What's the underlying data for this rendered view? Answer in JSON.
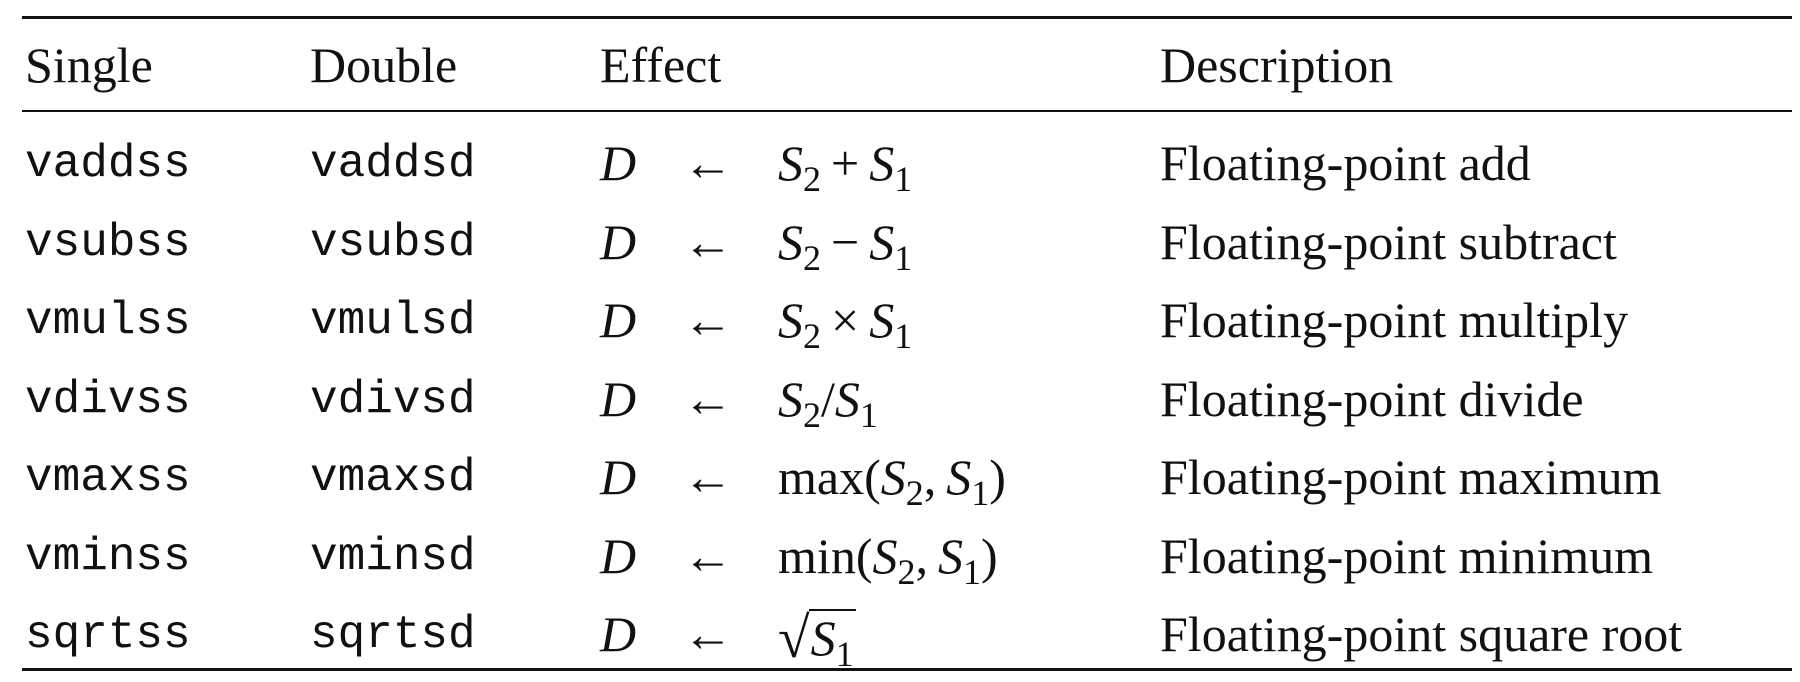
{
  "headers": {
    "single": "Single",
    "double": "Double",
    "effect": "Effect",
    "description": "Description"
  },
  "rows": [
    {
      "single": "vaddss",
      "double": "vaddsd",
      "effect_dest": "D",
      "effect_arrow": "←",
      "effect_expr": "S2 + S1",
      "description": "Floating-point add"
    },
    {
      "single": "vsubss",
      "double": "vsubsd",
      "effect_dest": "D",
      "effect_arrow": "←",
      "effect_expr": "S2 − S1",
      "description": "Floating-point subtract"
    },
    {
      "single": "vmulss",
      "double": "vmulsd",
      "effect_dest": "D",
      "effect_arrow": "←",
      "effect_expr": "S2 × S1",
      "description": "Floating-point multiply"
    },
    {
      "single": "vdivss",
      "double": "vdivsd",
      "effect_dest": "D",
      "effect_arrow": "←",
      "effect_expr": "S2/S1",
      "description": "Floating-point divide"
    },
    {
      "single": "vmaxss",
      "double": "vmaxsd",
      "effect_dest": "D",
      "effect_arrow": "←",
      "effect_expr": "max(S2, S1)",
      "description": "Floating-point maximum"
    },
    {
      "single": "vminss",
      "double": "vminsd",
      "effect_dest": "D",
      "effect_arrow": "←",
      "effect_expr": "min(S2, S1)",
      "description": "Floating-point minimum"
    },
    {
      "single": "sqrtss",
      "double": "sqrtsd",
      "effect_dest": "D",
      "effect_arrow": "←",
      "effect_expr": "√S1",
      "description": "Floating-point square root"
    }
  ]
}
